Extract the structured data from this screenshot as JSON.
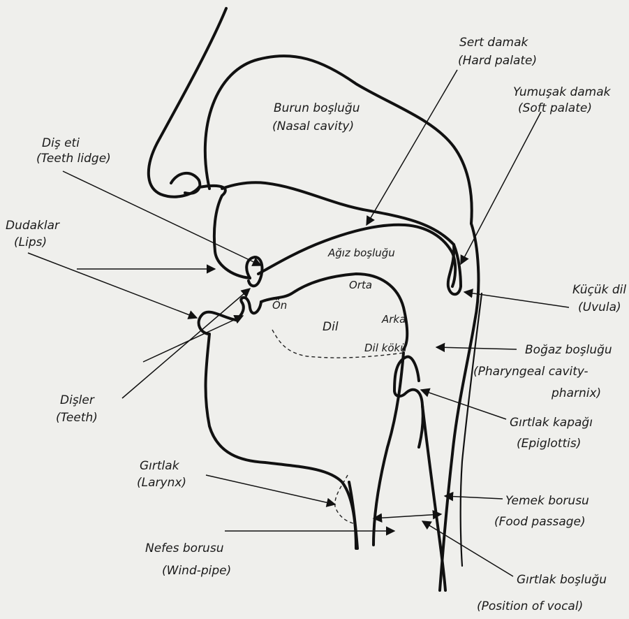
{
  "labels": {
    "nasal_tr": "Burun boşluğu",
    "nasal_en": "(Nasal cavity)",
    "hard_tr": "Sert damak",
    "hard_en": "(Hard palate)",
    "soft_tr": "Yumuşak damak",
    "soft_en": "(Soft palate)",
    "ridge_tr": "Diş eti",
    "ridge_en": "(Teeth lidge)",
    "lips_tr": "Dudaklar",
    "lips_en": "(Lips)",
    "oral": "Ağız boşluğu",
    "orta": "Orta",
    "on": "Ön",
    "dil": "Dil",
    "arka": "Arka",
    "root": "Dil kökü",
    "uvula_tr": "Küçük dil",
    "uvula_en": "(Uvula)",
    "phar_tr": "Boğaz boşluğu",
    "phar_en1": "(Pharyngeal cavity-",
    "phar_en2": "pharnix)",
    "teeth_tr": "Dişler",
    "teeth_en": "(Teeth)",
    "epi_tr": "Gırtlak kapağı",
    "epi_en": "(Epiglottis)",
    "larynx_tr": "Gırtlak",
    "larynx_en": "(Larynx)",
    "food_tr": "Yemek borusu",
    "food_en": "(Food passage)",
    "wind_tr": "Nefes borusu",
    "wind_en": "(Wind-pipe)",
    "vocal_tr": "Gırtlak boşluğu",
    "vocal_en": "(Position of vocal)"
  }
}
